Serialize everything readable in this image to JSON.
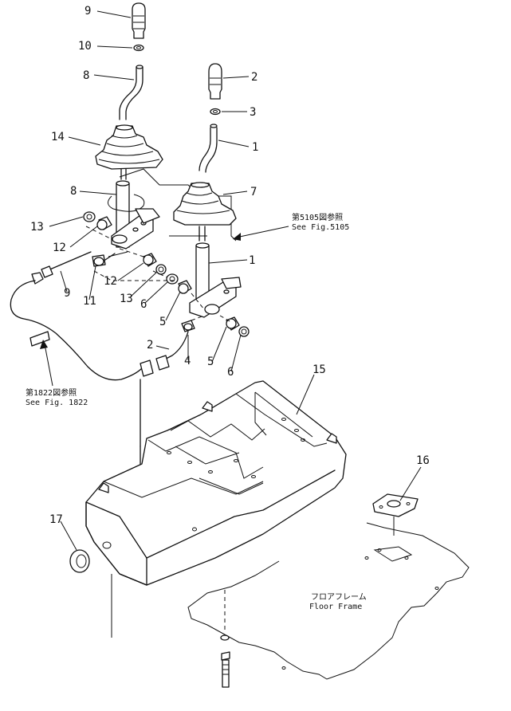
{
  "callouts": [
    {
      "id": "c9",
      "label": "9"
    },
    {
      "id": "c10",
      "label": "10"
    },
    {
      "id": "c8a",
      "label": "8"
    },
    {
      "id": "c2a",
      "label": "2"
    },
    {
      "id": "c3",
      "label": "3"
    },
    {
      "id": "c1a",
      "label": "1"
    },
    {
      "id": "c14",
      "label": "14"
    },
    {
      "id": "c8b",
      "label": "8"
    },
    {
      "id": "c7",
      "label": "7"
    },
    {
      "id": "c13a",
      "label": "13"
    },
    {
      "id": "c12a",
      "label": "12"
    },
    {
      "id": "c1b",
      "label": "1"
    },
    {
      "id": "c12b",
      "label": "12"
    },
    {
      "id": "c9b",
      "label": "9"
    },
    {
      "id": "c11",
      "label": "11"
    },
    {
      "id": "c13b",
      "label": "13"
    },
    {
      "id": "c6a",
      "label": "6"
    },
    {
      "id": "c5a",
      "label": "5"
    },
    {
      "id": "c2b",
      "label": "2"
    },
    {
      "id": "c4",
      "label": "4"
    },
    {
      "id": "c5b",
      "label": "5"
    },
    {
      "id": "c6b",
      "label": "6"
    },
    {
      "id": "c15",
      "label": "15"
    },
    {
      "id": "c16",
      "label": "16"
    },
    {
      "id": "c17",
      "label": "17"
    }
  ],
  "notes": {
    "fig5105_jp": "第5105図参照",
    "fig5105_en": "See Fig.5105",
    "fig1822_jp": "第1822図参照",
    "fig1822_en": "See Fig. 1822",
    "floor_jp": "フロアフレーム",
    "floor_en": "Floor Frame"
  }
}
